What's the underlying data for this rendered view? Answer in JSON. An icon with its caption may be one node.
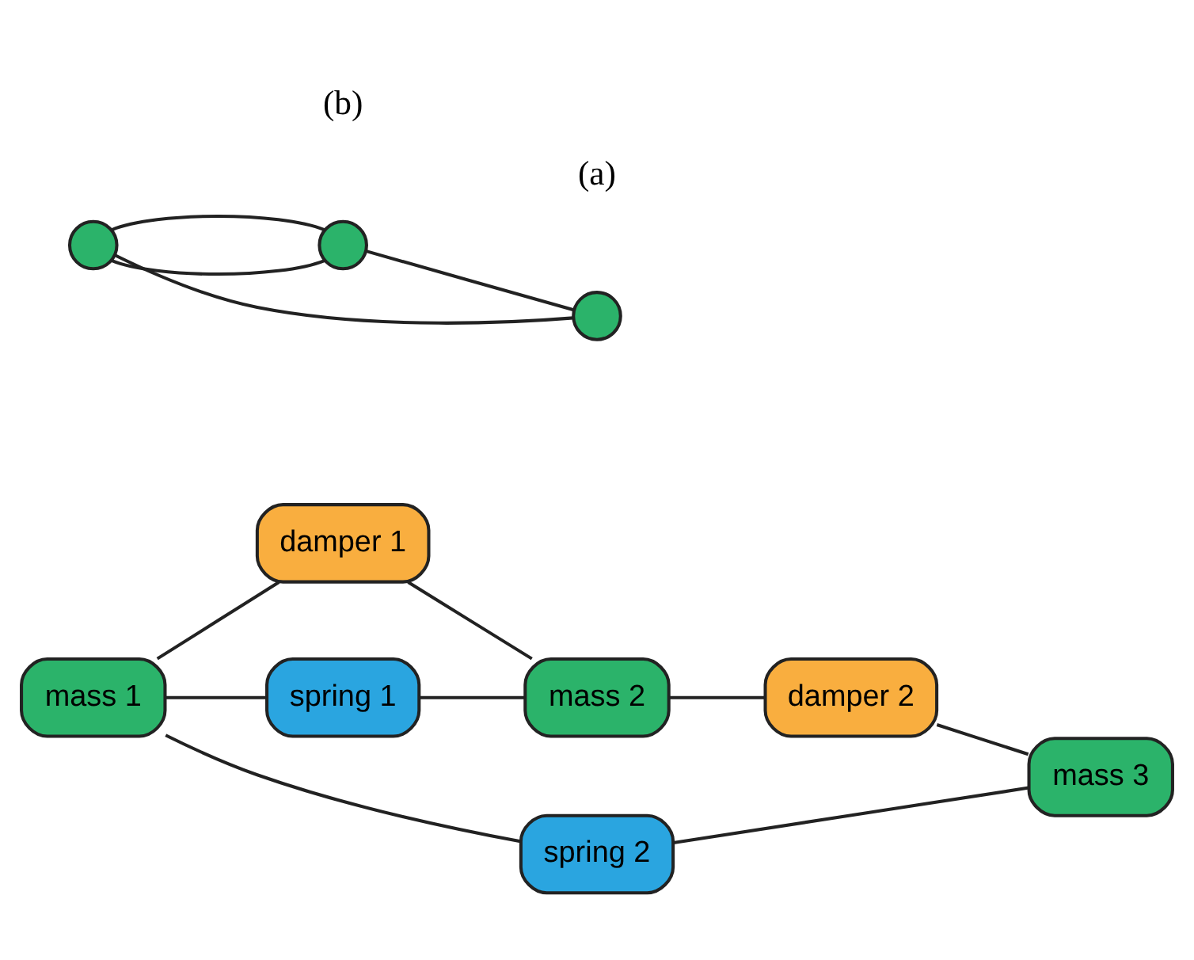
{
  "diagram": {
    "nodes": [
      {
        "text": [
          "mass 1"
        ]
      },
      {
        "text": [
          "damper 1"
        ]
      },
      {
        "text": [
          "spring 1"
        ]
      },
      {
        "text": [
          "mass 2"
        ]
      },
      {
        "text": [
          "damper 2"
        ]
      },
      {
        "text": [
          "mass 3"
        ]
      },
      {
        "text": [
          "spring 2"
        ]
      },
      {
        "text": [],
        "shape": "circle"
      },
      {
        "text": [],
        "shape": "circle"
      },
      {
        "text": [],
        "shape": "circle"
      }
    ],
    "edges": [
      {
        "from": 0,
        "to": 1,
        "arrow": "none"
      },
      {
        "from": 1,
        "to": 3,
        "arrow": "none"
      },
      {
        "from": 0,
        "to": 2,
        "arrow": "none"
      },
      {
        "from": 2,
        "to": 3,
        "arrow": "none"
      },
      {
        "from": 3,
        "to": 4,
        "arrow": "none"
      },
      {
        "from": 4,
        "to": 5,
        "arrow": "none"
      },
      {
        "from": 0,
        "to": 6,
        "arrow": "none"
      },
      {
        "from": 6,
        "to": 5,
        "arrow": "none"
      },
      {
        "from": 7,
        "to": 8,
        "arrow": "none"
      },
      {
        "from": 7,
        "to": 8,
        "arrow": "none"
      },
      {
        "from": 8,
        "to": 9,
        "arrow": "none"
      },
      {
        "from": 7,
        "to": 9,
        "arrow": "none"
      }
    ],
    "labels": [
      "(a)",
      "(b)"
    ]
  }
}
